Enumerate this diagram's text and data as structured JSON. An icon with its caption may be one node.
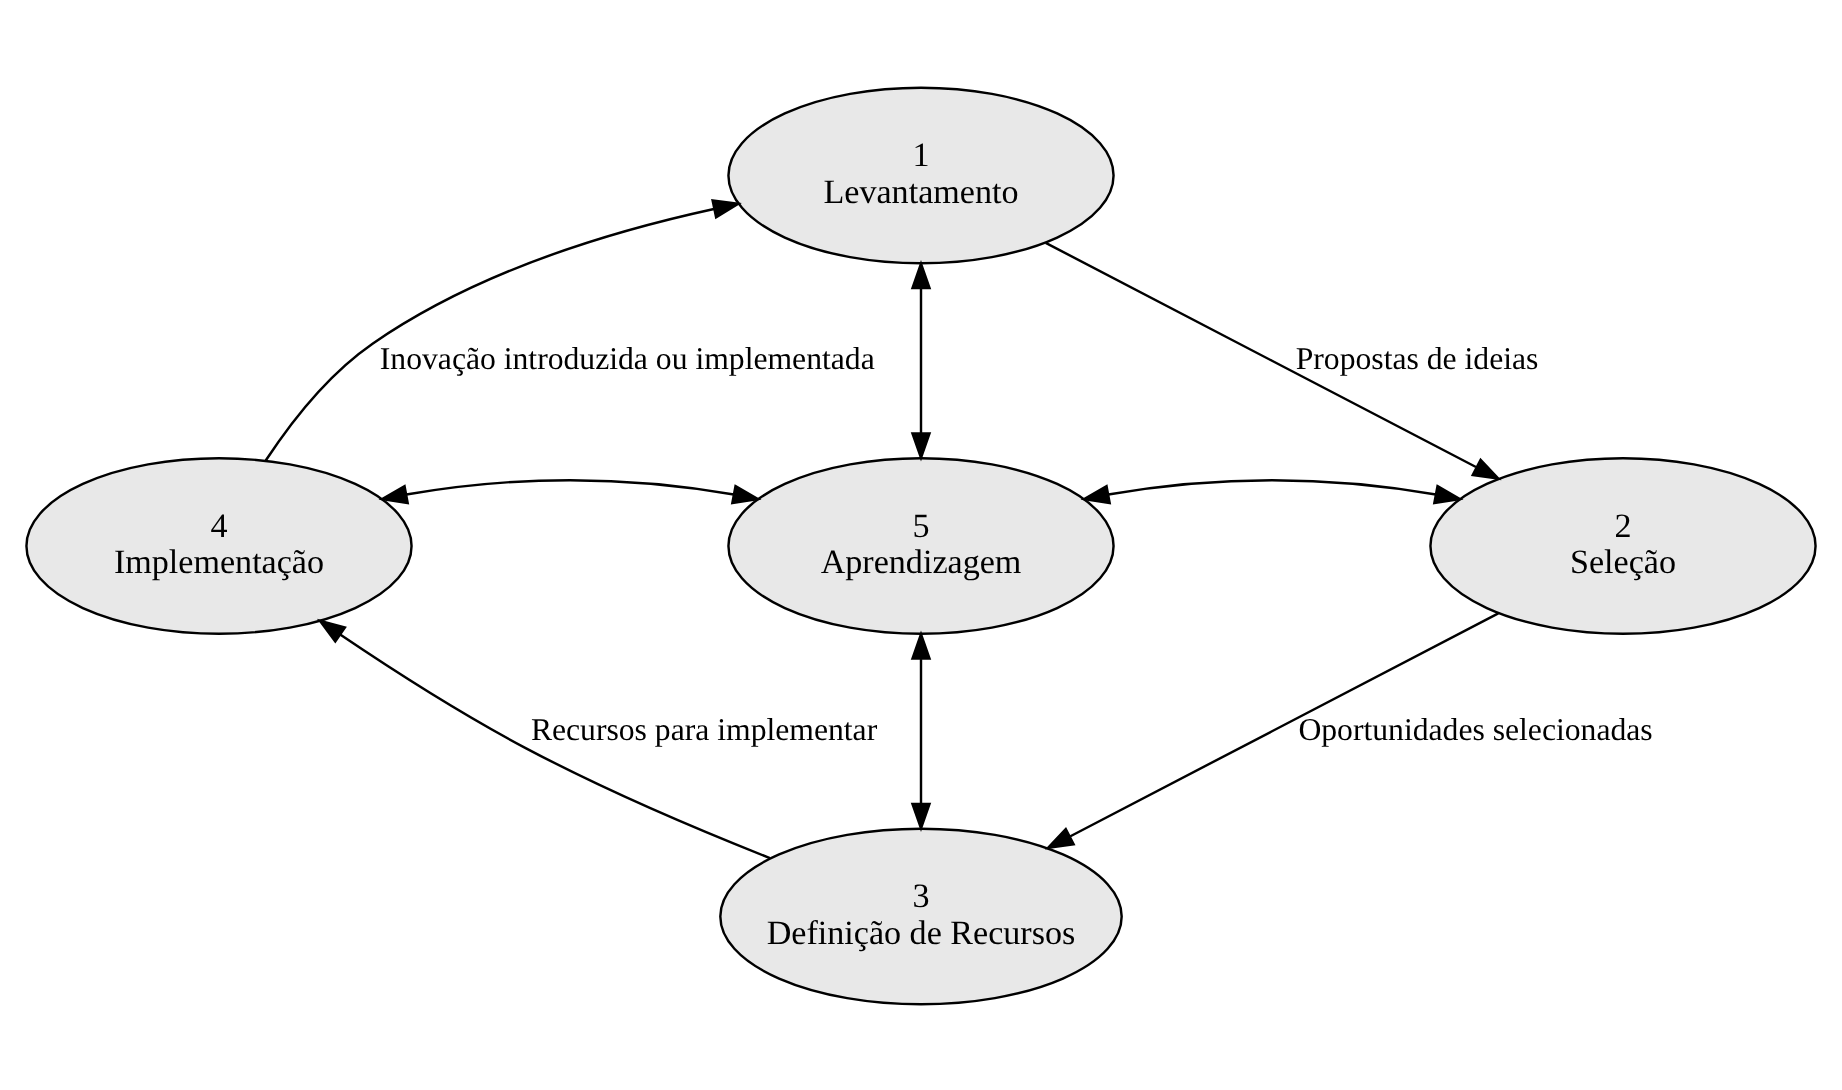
{
  "diagram": {
    "nodes": [
      {
        "text": [
          "1",
          "Levantamento"
        ]
      },
      {
        "text": [
          "2",
          "Seleção"
        ]
      },
      {
        "text": [
          "3",
          "Definição de Recursos"
        ]
      },
      {
        "text": [
          "4",
          "Implementação"
        ]
      },
      {
        "text": [
          "5",
          "Aprendizagem"
        ]
      }
    ],
    "edges": [
      {
        "from": 0,
        "to": 1,
        "arrow": "to",
        "label": "Propostas de ideias"
      },
      {
        "from": 1,
        "to": 2,
        "arrow": "to",
        "label": "Oportunidades selecionadas"
      },
      {
        "from": 2,
        "to": 3,
        "arrow": "to",
        "label": "Recursos para implementar"
      },
      {
        "from": 3,
        "to": 0,
        "arrow": "to",
        "label": "Inovação introduzida ou implementada"
      },
      {
        "from": 4,
        "to": 0,
        "arrow": "both"
      },
      {
        "from": 4,
        "to": 1,
        "arrow": "both"
      },
      {
        "from": 4,
        "to": 2,
        "arrow": "both"
      },
      {
        "from": 4,
        "to": 3,
        "arrow": "both"
      }
    ]
  }
}
